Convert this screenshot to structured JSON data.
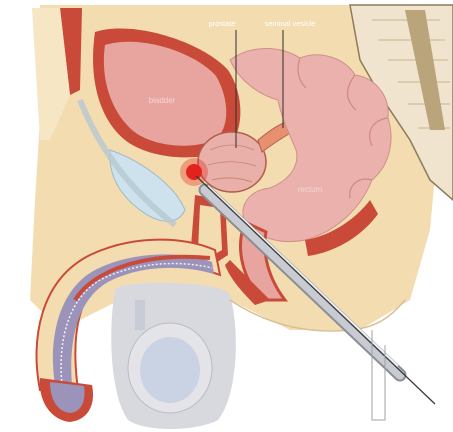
{
  "labels": {
    "prostate": "prostate",
    "seminal_vesicle": "seminal vesicle",
    "bladder": "bladder",
    "rectum": "rectum"
  },
  "colors": {
    "background": "#ffffff",
    "fat_tissue": "#f3ddb0",
    "muscle_red": "#c94a38",
    "organ_pink": "#e8a5a0",
    "bowel_pink": "#eab1ad",
    "bone_beige": "#f1e4cf",
    "bone_outline": "#8c7a5c",
    "needle_gray": "#b9bcc2",
    "needle_line": "#3a3a3a",
    "lesion_red": "#e3221e",
    "scrotum_gray": "#d7d9de",
    "testis_blue": "#cad3e4",
    "urethra_purple": "#9b93b9"
  },
  "icons": [
    "prostate-lesion-marker",
    "biopsy-needle-icon"
  ]
}
